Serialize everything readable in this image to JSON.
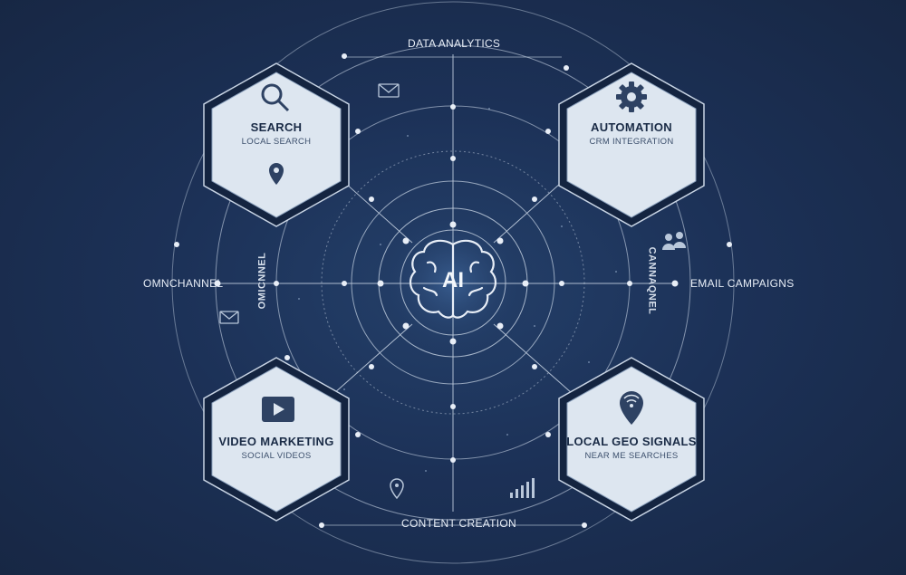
{
  "center": {
    "label": "AI"
  },
  "labels": {
    "top": "DATA ANALYTICS",
    "bottom": "CONTENT CREATION",
    "left": "OMNCHANNEL",
    "right": "EMAIL CAMPAIGNS",
    "left_vertical": "OMICNNEL",
    "right_vertical": "CANNAQNEL"
  },
  "hexes": {
    "search": {
      "title": "SEARCH",
      "sub": "LOCAL SEARCH",
      "icon": "search-icon"
    },
    "automation": {
      "title": "AUTOMATION",
      "sub": "CRM INTEGRATION",
      "icon": "gear-icon"
    },
    "video": {
      "title": "VIDEO MARKETING",
      "sub": "SOCIAL VIDEOS",
      "icon": "play-icon"
    },
    "geo": {
      "title": "LOCAL GEO SIGNALS",
      "sub": "NEAR ME SEARCHES",
      "icon": "wifi-pin-icon"
    }
  },
  "colors": {
    "background": "#1a2a47",
    "hex_fill": "#dde6f0",
    "line": "#c8d4e4"
  }
}
